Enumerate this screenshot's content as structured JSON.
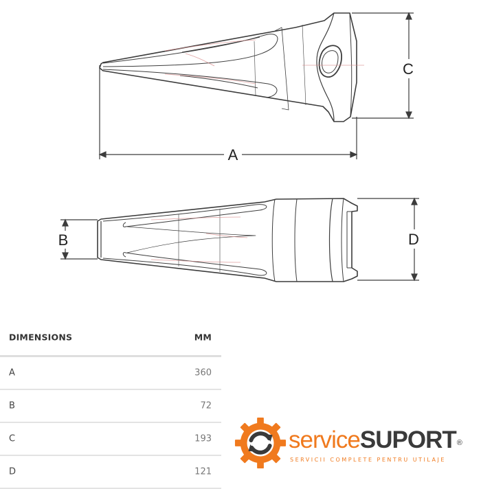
{
  "drawing": {
    "dimension_labels": {
      "a": "A",
      "b": "B",
      "c": "C",
      "d": "D"
    }
  },
  "table": {
    "header": {
      "name": "DIMENSIONS",
      "unit": "MM"
    },
    "rows": [
      {
        "name": "A",
        "value": "360"
      },
      {
        "name": "B",
        "value": "72"
      },
      {
        "name": "C",
        "value": "193"
      },
      {
        "name": "D",
        "value": "121"
      }
    ]
  },
  "logo": {
    "word_service": "service",
    "word_suport": "SUPORT",
    "registered": "®",
    "tagline": "SERVICII COMPLETE PENTRU UTILAJE",
    "colors": {
      "orange": "#f07a1e",
      "dark": "#3a3a3a"
    }
  }
}
